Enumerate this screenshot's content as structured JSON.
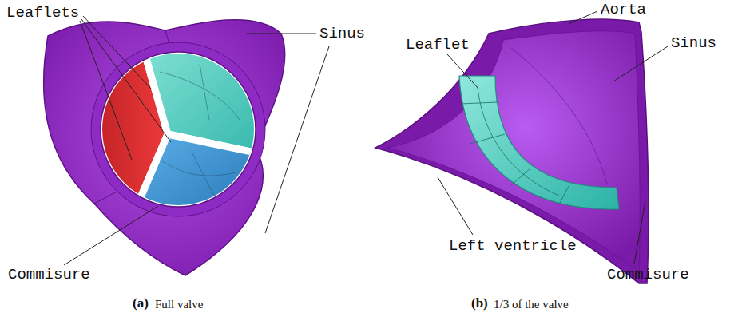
{
  "diagram": {
    "labels": [
      "Leaflets",
      "Sinus",
      "Commisure",
      "(a)",
      "Full valve",
      "Leaflet",
      "Aorta",
      "Sinus",
      "Left ventricle",
      "Commisure",
      "(b)",
      "1/3 of the valve"
    ]
  }
}
